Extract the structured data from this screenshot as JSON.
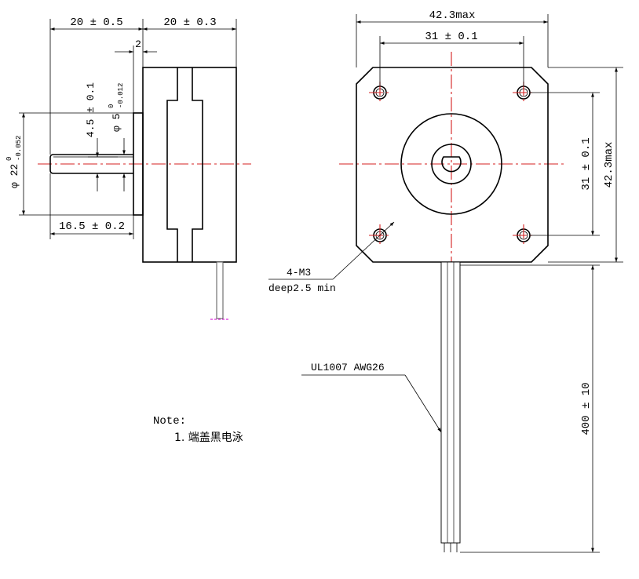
{
  "side_view": {
    "dim_body_length": "20 ± 0.5",
    "dim_body_length2": "20 ± 0.3",
    "dim_flange": "2",
    "dim_flat": "4.5 ± 0.1",
    "dim_shaft_dia_base": "φ 5",
    "dim_shaft_dia_tol": "0",
    "dim_shaft_dia_tol2": "-0.012",
    "dim_boss_dia_base": "φ 22",
    "dim_boss_dia_tol": "0",
    "dim_boss_dia_tol2": "-0.052",
    "dim_shaft_length": "16.5 ± 0.2"
  },
  "front_view": {
    "dim_overall_width": "42.3max",
    "dim_hole_spacing_h": "31 ± 0.1",
    "dim_hole_spacing_v": "31 ± 0.1",
    "dim_overall_height": "42.3max",
    "hole_callout_top": "4-M3",
    "hole_callout_bottom": "deep2.5 min",
    "cable_callout": "UL1007 AWG26",
    "dim_cable_length": "400 ± 10"
  },
  "note": {
    "title": "Note:",
    "item1": "1. 端盖黑电泳"
  }
}
